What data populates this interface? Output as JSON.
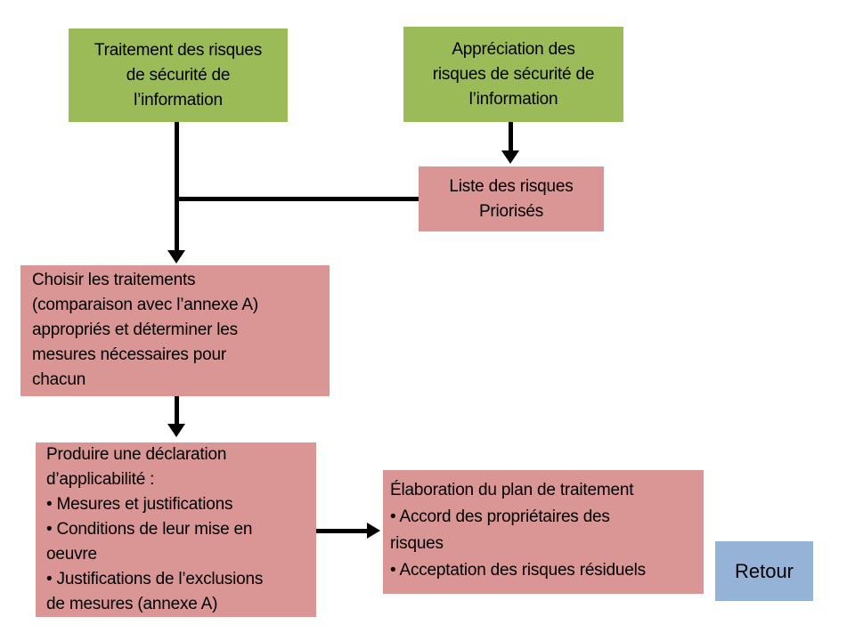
{
  "colors": {
    "green": "#9bbb59",
    "pink": "#d99694",
    "blue": "#95b3d7",
    "line": "#000000",
    "text": "#000000",
    "background": "#ffffff"
  },
  "boxes": {
    "traitement": {
      "text": "Traitement des risques\nde sécurité de\nl’information"
    },
    "appreciation": {
      "text": "Appréciation des\nrisques de sécurité de\nl’information"
    },
    "liste": {
      "text": "Liste des risques\nPriorisés"
    },
    "choisir": {
      "text": "Choisir les traitements\n(comparaison avec l’annexe A)\nappropriés et déterminer les\nmesures nécessaires pour\nchacun"
    },
    "produire": {
      "text": "Produire une déclaration\nd’applicabilité :\n• Mesures et justifications\n• Conditions de leur mise en\noeuvre\n• Justifications de l’exclusions\nde mesures (annexe A)"
    },
    "elaboration": {
      "text": "Élaboration du plan de traitement\n• Accord des propriétaires des\nrisques\n• Acceptation des risques résiduels"
    },
    "retour": {
      "text": "Retour"
    }
  }
}
